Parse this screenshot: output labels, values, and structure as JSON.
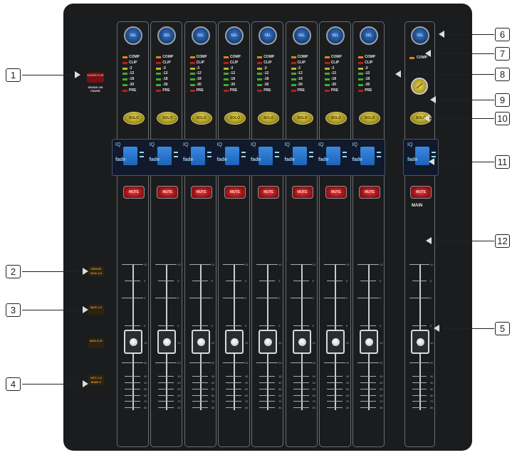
{
  "strip_labels": {
    "sel": "SEL",
    "solo": "SOLO",
    "mute": "MUTE",
    "meter": [
      "COMP",
      "CLIP",
      "-3",
      "-12",
      "-18",
      "-30",
      "PRE"
    ],
    "lcd_top": "IQ",
    "lcd_bottom": "fade"
  },
  "main_strip": {
    "name": "MAIN",
    "sel": "SEL",
    "comp": "COMP",
    "vu_icon": "vu-meter-icon",
    "solo": "SOLO",
    "mute": "MUTE"
  },
  "fader_scale": [
    "10",
    "5",
    "0",
    "5",
    "10",
    "20",
    "30",
    "40",
    "50",
    "60",
    "70",
    "80"
  ],
  "left_controls": {
    "fader_flip": "FADER FLIP",
    "sends_on_fader": "SENDS ON FADER",
    "layer_buttons": [
      "GROUP DCA 1-8",
      "BUS 1-8",
      "BUS 9-16",
      "MTX 1-6 MAIN C"
    ]
  },
  "callouts": [
    "1",
    "2",
    "3",
    "4",
    "5",
    "6",
    "7",
    "8",
    "9",
    "10",
    "11",
    "12"
  ],
  "colors": {
    "panel": "#1b1c1e",
    "lcd": "#2f7fd6",
    "solo": "#d8c534",
    "mute": "#d12b2e",
    "layer": "#e59a2b"
  }
}
